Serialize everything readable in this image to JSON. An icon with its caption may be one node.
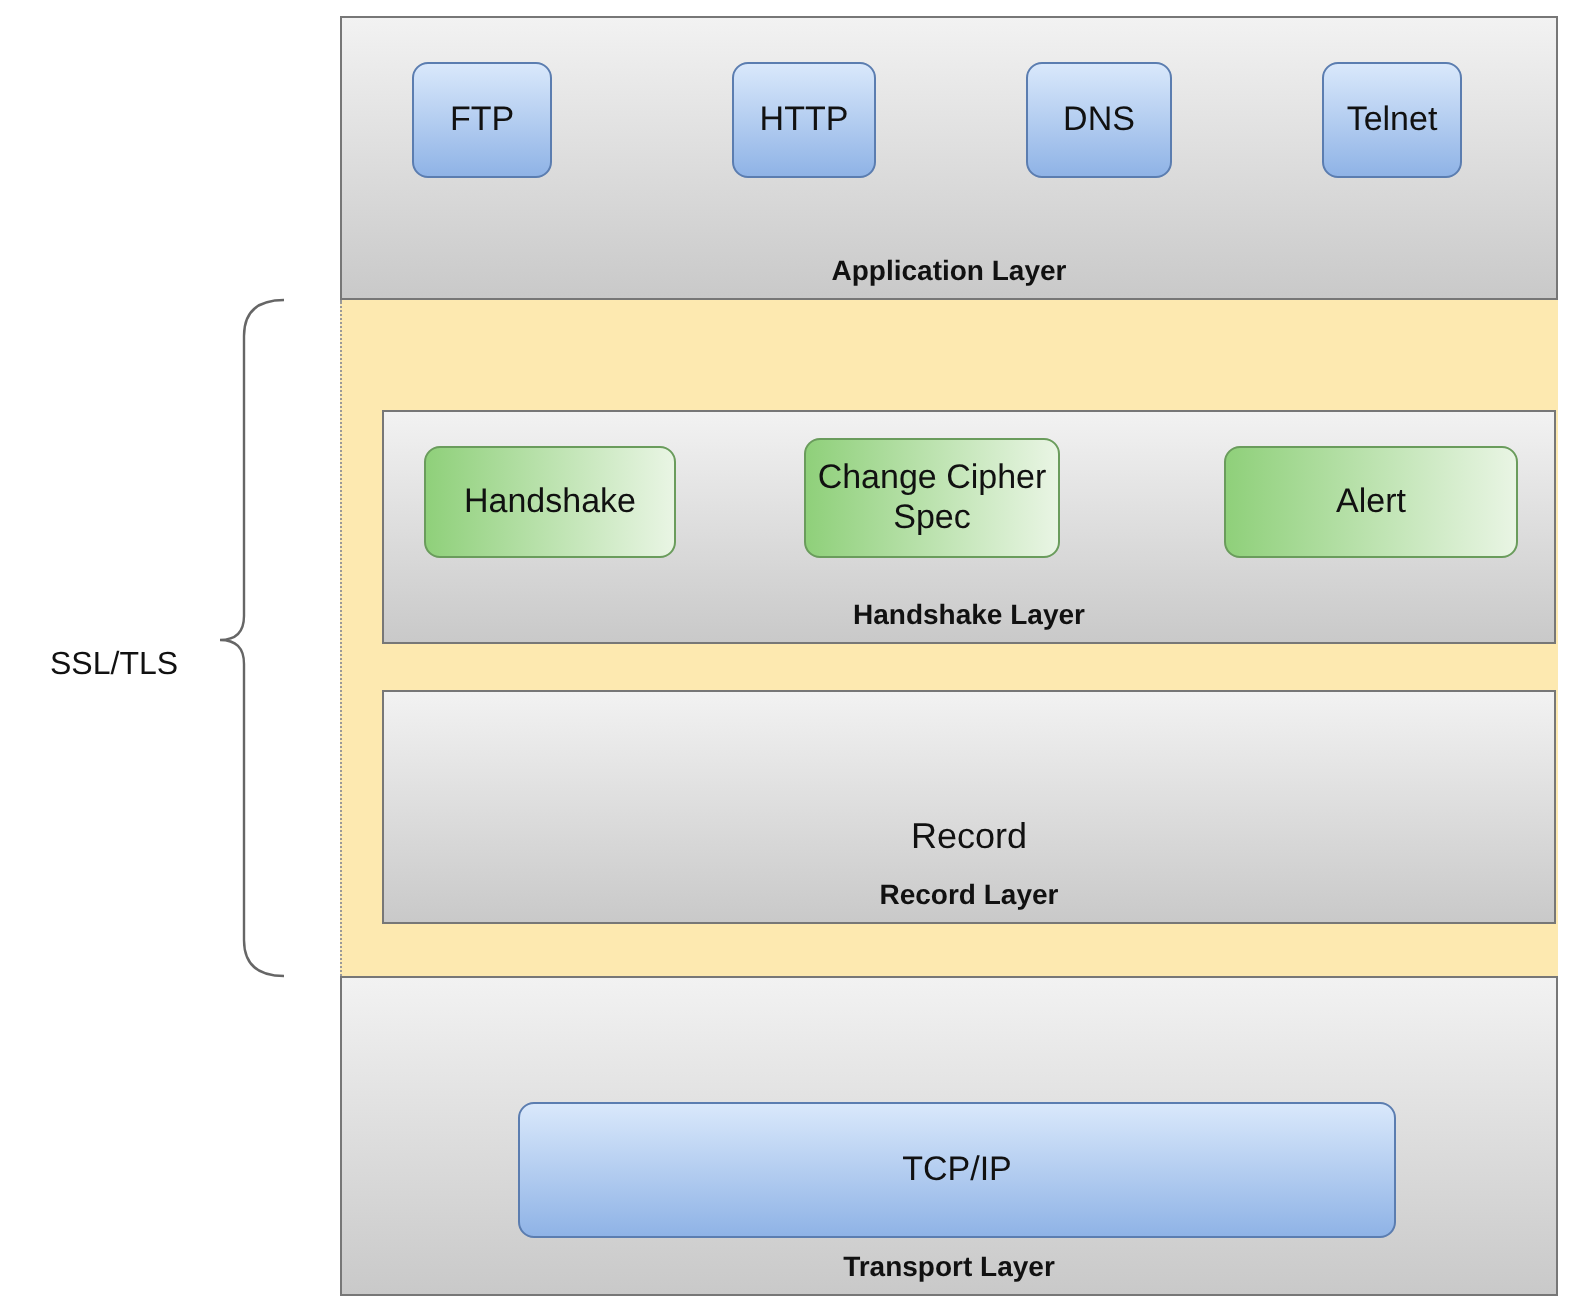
{
  "diagram": {
    "nodes": [
      {
        "text": [
          "Application Layer"
        ]
      },
      {
        "text": [
          "FTP"
        ],
        "in": 0
      },
      {
        "text": [
          "HTTP"
        ],
        "in": 0
      },
      {
        "text": [
          "DNS"
        ],
        "in": 0
      },
      {
        "text": [
          "Telnet"
        ],
        "in": 0
      },
      {
        "text": [],
        "shape": "box"
      },
      {
        "text": [
          "Handshake Layer"
        ],
        "in": 5
      },
      {
        "text": [
          "Handshake"
        ],
        "in": 6
      },
      {
        "text": [
          "Change Cipher Spec"
        ],
        "in": 6
      },
      {
        "text": [
          "Alert"
        ],
        "in": 6
      },
      {
        "text": [
          "Record",
          "Record Layer"
        ],
        "in": 5
      },
      {
        "text": [
          "Transport Layer"
        ]
      },
      {
        "text": [
          "TCP/IP"
        ],
        "in": 11
      }
    ],
    "labels": [
      "SSL/TLS"
    ]
  }
}
